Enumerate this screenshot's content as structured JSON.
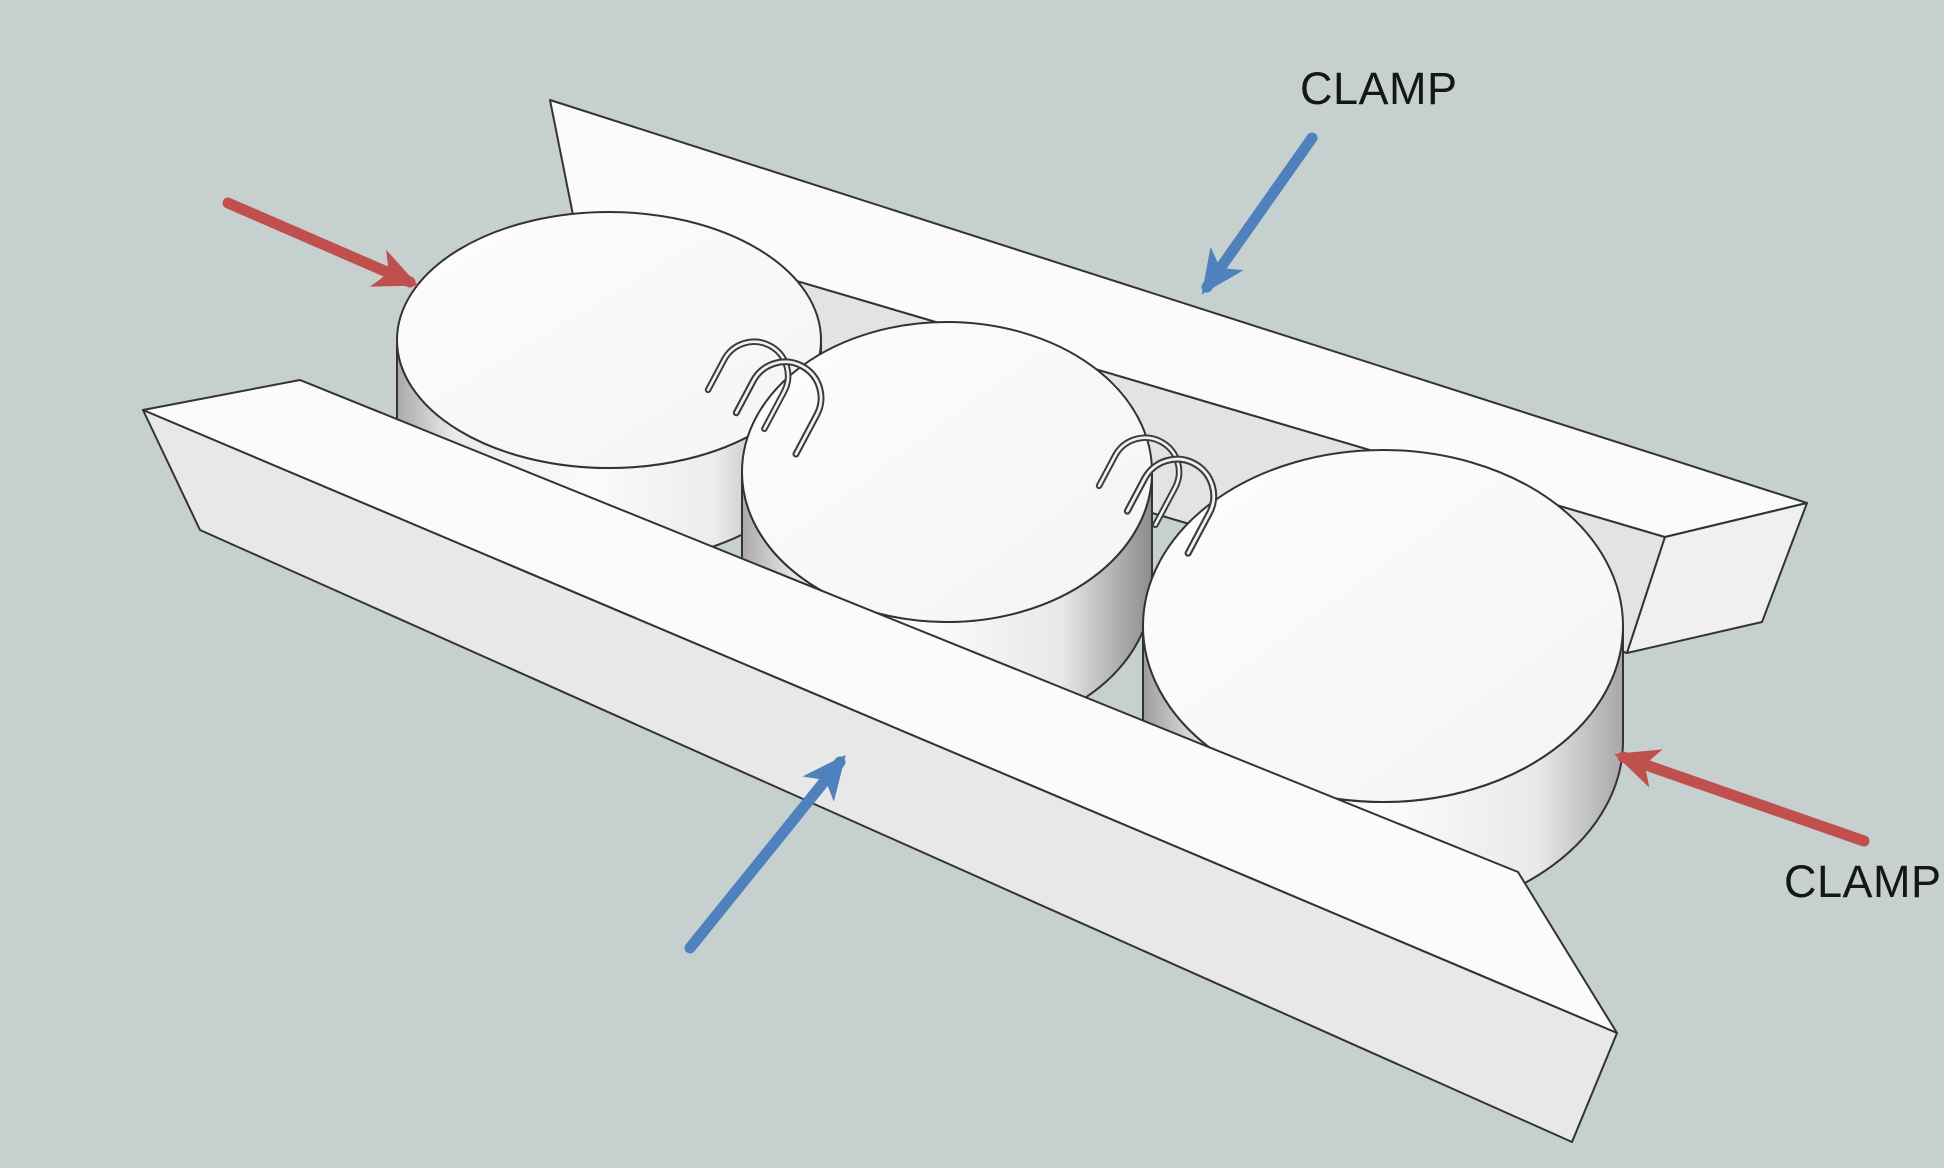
{
  "diagram": {
    "title_labels": {
      "clamp_top": "CLAMP",
      "clamp_bottom": "CLAMP"
    },
    "colors": {
      "background": "#c5d0cf",
      "arrow_blue": "#4f81bd",
      "arrow_red": "#c0504d",
      "label_text": "#161616",
      "face_white": "#fbfbfb",
      "face_light_gray": "#e8e8e8",
      "face_inner_gray": "#e3e3e3",
      "end_face_gray": "#f0f0f0",
      "edge_line": "#333333"
    },
    "objects": [
      {
        "name": "rear-clamp-bar",
        "type": "clamp-bar"
      },
      {
        "name": "front-clamp-bar",
        "type": "clamp-bar"
      },
      {
        "name": "cylinder-1",
        "type": "cylindrical-container"
      },
      {
        "name": "cylinder-2",
        "type": "cylindrical-container"
      },
      {
        "name": "cylinder-3",
        "type": "cylindrical-container"
      },
      {
        "name": "wire-handles-left",
        "type": "wire-bail-handles"
      },
      {
        "name": "wire-handles-right",
        "type": "wire-bail-handles"
      }
    ]
  }
}
